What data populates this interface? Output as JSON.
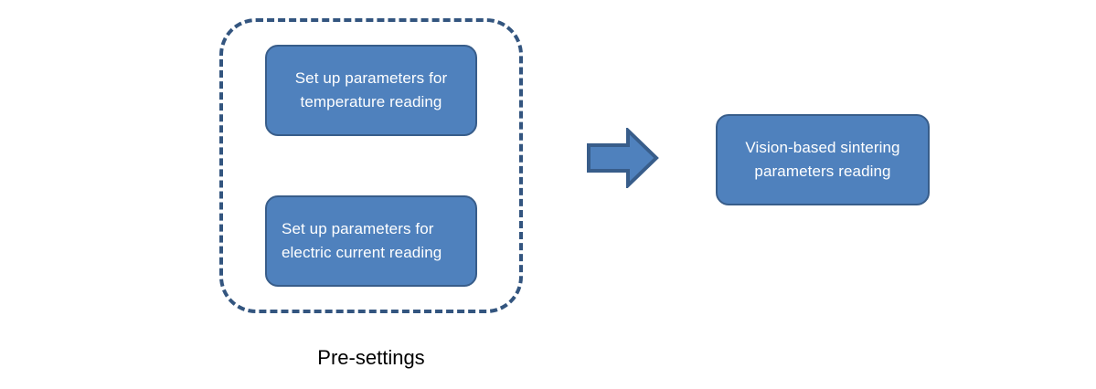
{
  "diagram": {
    "type": "flow-diagram",
    "background_color": "#ffffff",
    "group": {
      "caption": "Pre-settings",
      "border_style": "dashed",
      "border_color": "#33557F",
      "boxes": [
        {
          "id": "temperature",
          "line1": "Set up parameters for",
          "line2": "temperature reading",
          "fill_color": "#4F81BD",
          "border_color": "#385D8A",
          "text_color": "#FFFFFF",
          "text_align": "center"
        },
        {
          "id": "current",
          "line1": "Set up parameters for",
          "line2": "electric current reading",
          "fill_color": "#4F81BD",
          "border_color": "#385D8A",
          "text_color": "#FFFFFF",
          "text_align": "left"
        }
      ]
    },
    "connector": {
      "id": "flow-arrow",
      "direction": "right",
      "fill_color": "#4F81BD",
      "border_color": "#385D8A"
    },
    "output": {
      "id": "vision",
      "line1": "Vision-based sintering",
      "line2": "parameters reading",
      "fill_color": "#4F81BD",
      "border_color": "#385D8A",
      "text_color": "#FFFFFF",
      "text_align": "center"
    }
  }
}
